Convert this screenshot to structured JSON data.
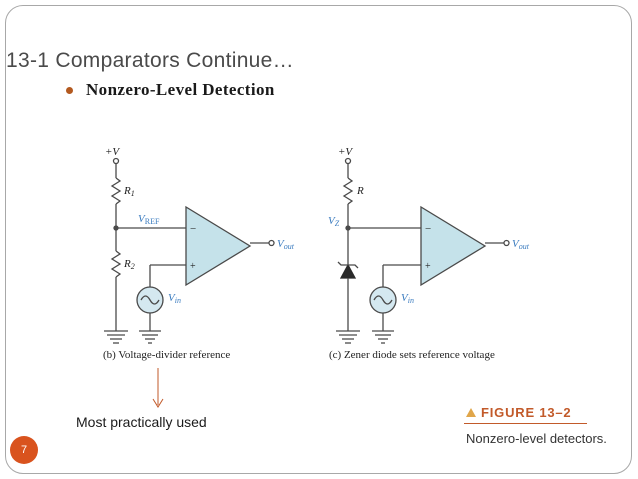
{
  "slide": {
    "title": "13-1  Comparators Continue…",
    "bullet": "Nonzero-Level Detection",
    "annotation": "Most practically used",
    "page_number": "7"
  },
  "figure": {
    "number_label": "FIGURE 13–2",
    "caption": "Nonzero-level detectors.",
    "accent_color": "#c25a2a"
  },
  "circuit_b": {
    "supply": "+V",
    "r1": "R",
    "r1_sub": "1",
    "r2": "R",
    "r2_sub": "2",
    "vref": "V",
    "vref_sub": "REF",
    "vout": "V",
    "vout_sub": "out",
    "vin": "V",
    "vin_sub": "in",
    "minus": "−",
    "plus": "+",
    "caption": "(b) Voltage-divider reference"
  },
  "circuit_c": {
    "supply": "+V",
    "r": "R",
    "vz": "V",
    "vz_sub": "Z",
    "vout": "V",
    "vout_sub": "out",
    "vin": "V",
    "vin_sub": "in",
    "minus": "−",
    "plus": "+",
    "caption": "(c) Zener diode sets reference voltage"
  },
  "colors": {
    "wire": "#4a4a4a",
    "opamp_fill": "#c5e2ea",
    "source_fill": "#d4e8f0",
    "label_blue": "#3a7bbf",
    "arrow": "#c25a2a",
    "page_badge": "#d9531e"
  }
}
